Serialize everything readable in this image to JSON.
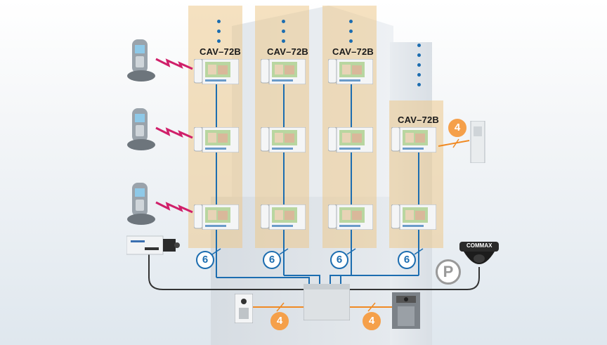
{
  "diagram": {
    "column_labels": [
      "CAV–72B",
      "CAV–72B",
      "CAV–72B",
      "CAV–72B"
    ],
    "badges": {
      "riser": [
        "6",
        "6",
        "6",
        "6"
      ],
      "door_camera_left": "4",
      "door_camera_right": "4",
      "sensor": "4",
      "parking": "P"
    },
    "brand_text": "COMMAX"
  },
  "colors": {
    "zone": "#ecc88c",
    "blue_wire": "#1c6db0",
    "orange_wire": "#f08a24",
    "dark_wire": "#333333"
  }
}
